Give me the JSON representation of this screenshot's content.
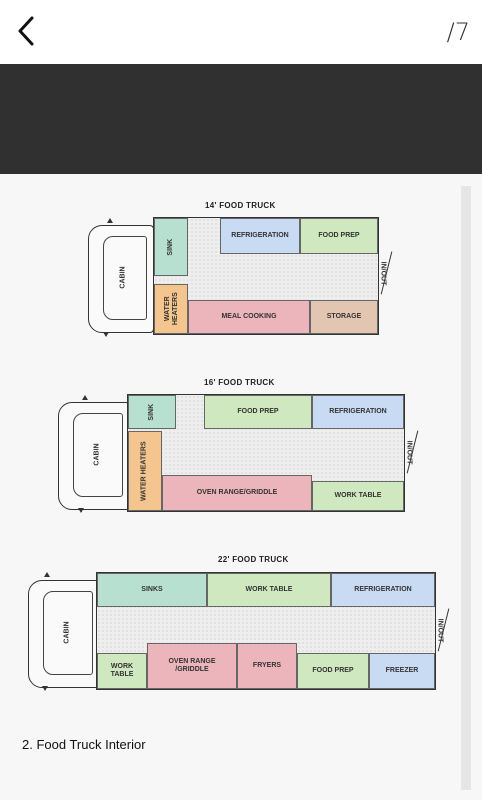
{
  "header": {
    "counter": "/7",
    "back_icon": "chevron-left-icon"
  },
  "diagrams": [
    {
      "title": "14' FOOD TRUCK",
      "cabin": "CABIN",
      "inout": "IN/OUT",
      "zones": {
        "sink": "SINK",
        "refrigeration": "REFRIGERATION",
        "food_prep": "FOOD PREP",
        "water_heaters": "WATER HEATERS",
        "meal_cooking": "MEAL COOKING",
        "storage": "STORAGE"
      }
    },
    {
      "title": "16' FOOD TRUCK",
      "cabin": "CABIN",
      "inout": "IN/OUT",
      "zones": {
        "sink": "SINK",
        "food_prep": "FOOD PREP",
        "refrigeration": "REFRIGERATION",
        "water_heaters": "WATER HEATERS",
        "oven_range": "OVEN RANGE/GRIDDLE",
        "work_table": "WORK TABLE"
      }
    },
    {
      "title": "22' FOOD TRUCK",
      "cabin": "CABIN",
      "inout": "IN/OUT",
      "zones": {
        "sinks": "SINKS",
        "work_table_top": "WORK TABLE",
        "refrigeration": "REFRIGERATION",
        "work_table_bottom": "WORK TABLE",
        "oven_range": "OVEN RANGE /GRIDDLE",
        "fryers": "FRYERS",
        "food_prep": "FOOD PREP",
        "freezer": "FREEZER"
      }
    }
  ],
  "caption": "2. Food Truck Interior",
  "colors": {
    "banner": "#303030",
    "sink": "#b8e0d0",
    "refrigeration": "#c9daf3",
    "food_prep": "#cfe8bf",
    "cooking": "#ebb5bb",
    "storage": "#e3c6b2",
    "water_heaters": "#f4c58e"
  }
}
